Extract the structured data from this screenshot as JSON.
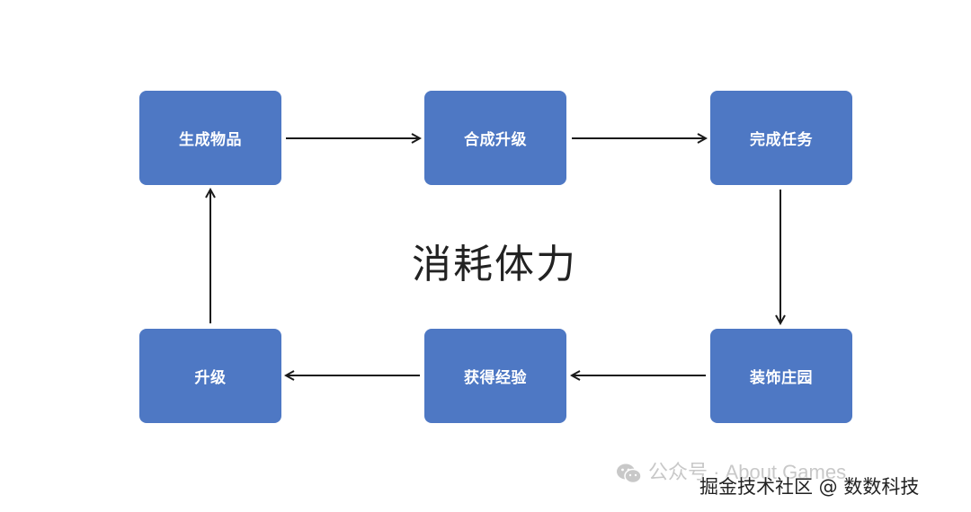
{
  "diagram": {
    "center_label": "消耗体力",
    "nodes": [
      {
        "id": "generate",
        "label": "生成物品"
      },
      {
        "id": "merge",
        "label": "合成升级"
      },
      {
        "id": "task",
        "label": "完成任务"
      },
      {
        "id": "decorate",
        "label": "装饰庄园"
      },
      {
        "id": "exp",
        "label": "获得经验"
      },
      {
        "id": "levelup",
        "label": "升级"
      }
    ],
    "edges": [
      {
        "from": "generate",
        "to": "merge"
      },
      {
        "from": "merge",
        "to": "task"
      },
      {
        "from": "task",
        "to": "decorate"
      },
      {
        "from": "decorate",
        "to": "exp"
      },
      {
        "from": "exp",
        "to": "levelup"
      },
      {
        "from": "levelup",
        "to": "generate"
      }
    ],
    "colors": {
      "node_fill": "#4E78C4",
      "arrow": "#1a1a1a",
      "label": "#222222"
    }
  },
  "watermark": {
    "line1": "公众号 · About Games",
    "line2": "掘金技术社区 @ 数数科技",
    "icon": "wechat-icon"
  }
}
